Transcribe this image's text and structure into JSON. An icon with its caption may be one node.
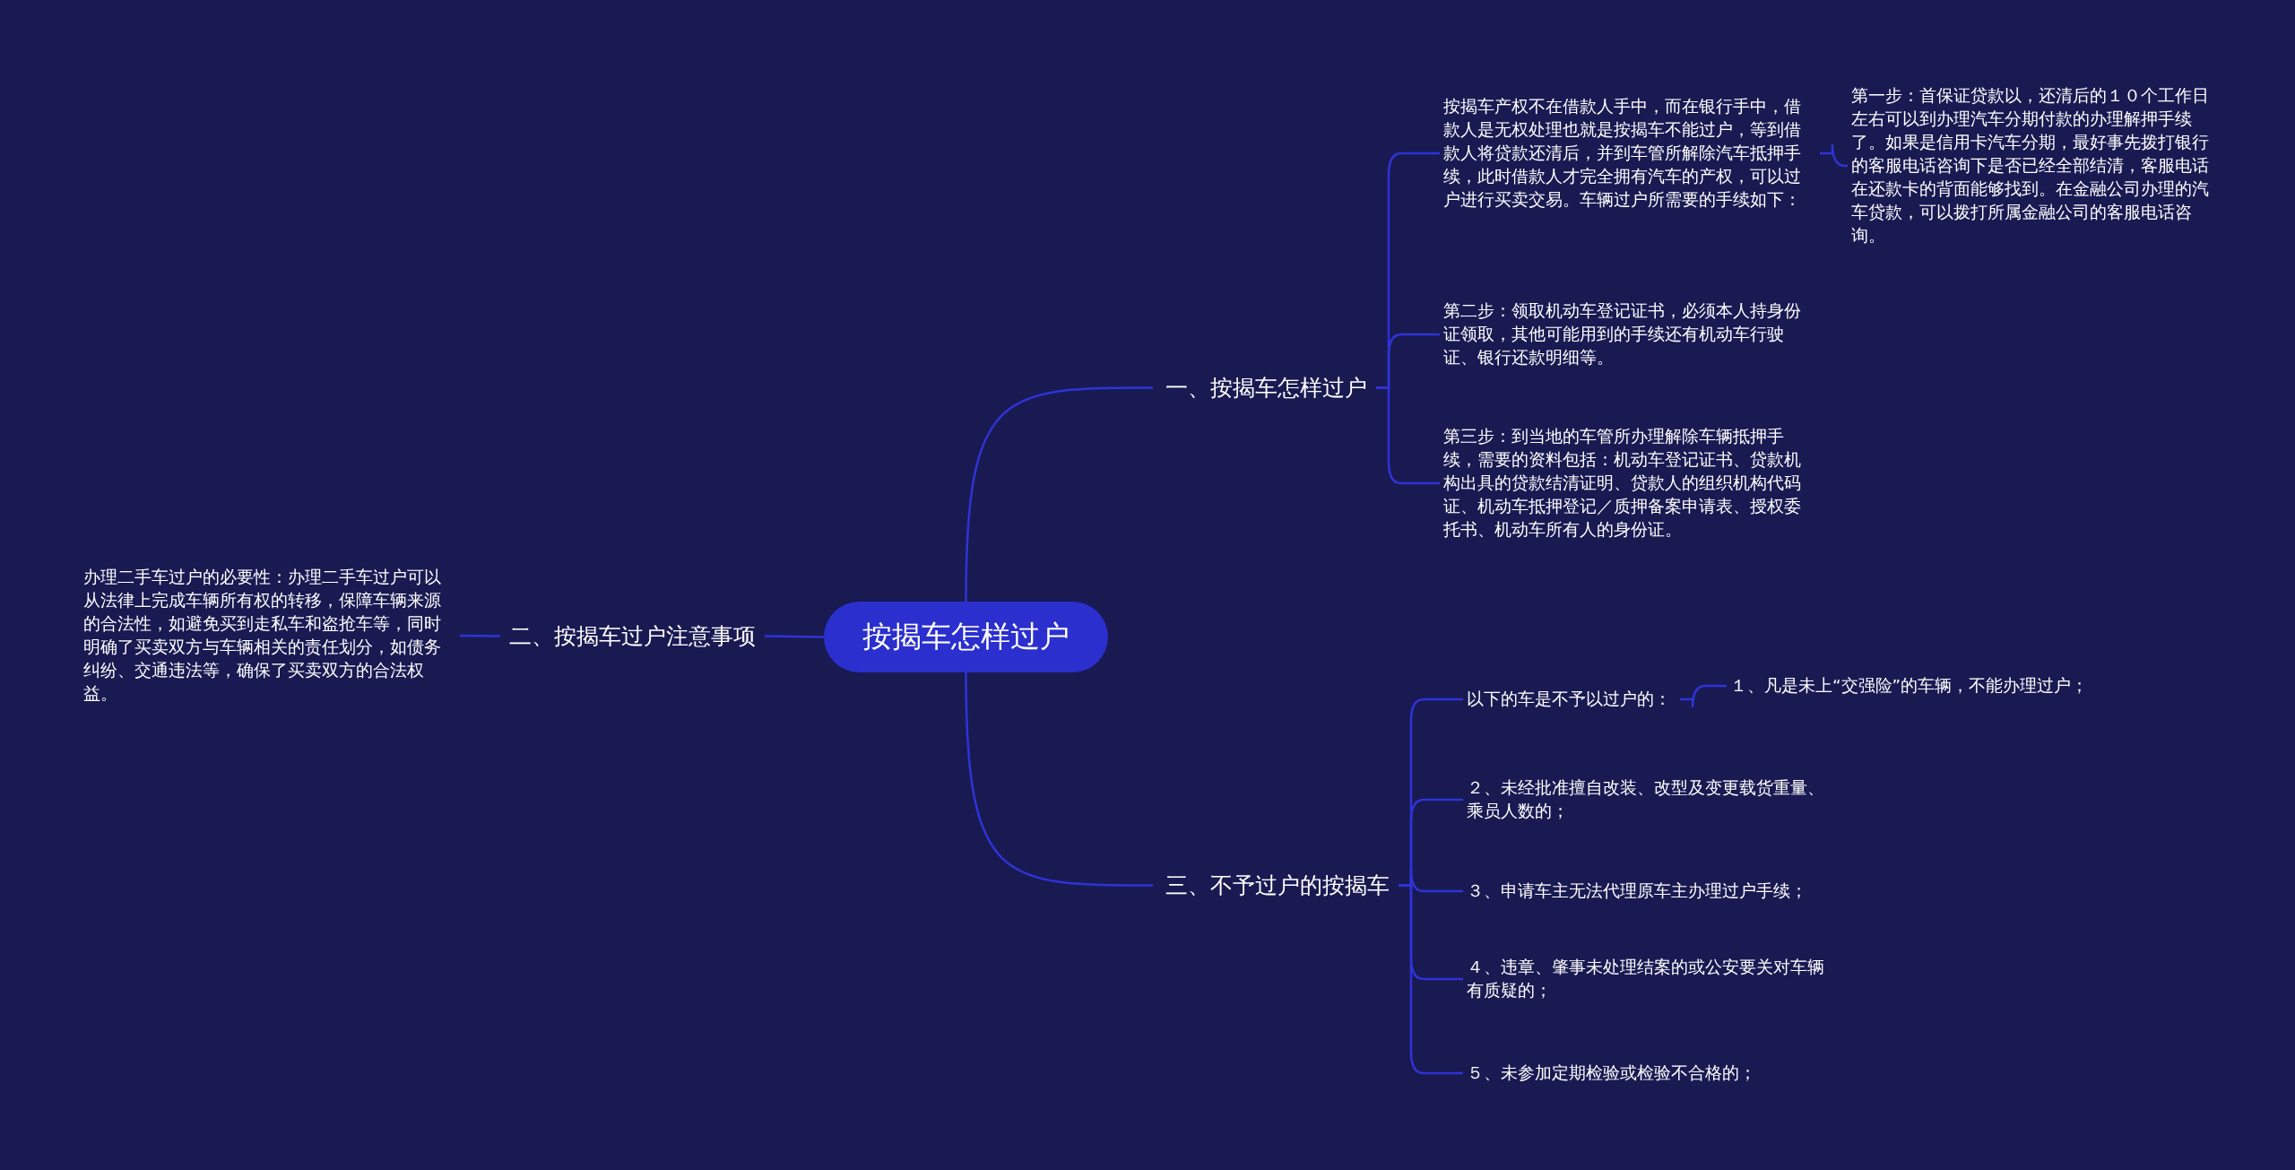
{
  "diagram": {
    "nodes": [
      {
        "text": [
          "按揭车怎样过户"
        ]
      },
      {
        "text": [
          "一、按揭车怎样过户"
        ]
      },
      {
        "text": [
          "按揭车产权不在借款人手中，而在银行手中，借款人是无权处理也就是按揭车不能过户，等到借款人将贷款还清后，并到车管所解除汽车抵押手续，此时借款人才完全拥有汽车的产权，可以过户进行买卖交易。车辆过户所需要的手续如下："
        ]
      },
      {
        "text": [
          "第一步：首保证贷款以，还清后的１０个工作日左右可以到办理汽车分期付款的办理解押手续了。如果是信用卡汽车分期，最好事先拨打银行的客服电话咨询下是否已经全部结清，客服电话在还款卡的背面能够找到。在金融公司办理的汽车贷款，可以拨打所属金融公司的客服电话咨询。"
        ]
      },
      {
        "text": [
          "第二步：领取机动车登记证书，必须本人持身份证领取，其他可能用到的手续还有机动车行驶证、银行还款明细等。"
        ]
      },
      {
        "text": [
          "第三步：到当地的车管所办理解除车辆抵押手续，需要的资料包括：机动车登记证书、贷款机构出具的贷款结清证明、贷款人的组织机构代码证、机动车抵押登记／质押备案申请表、授权委托书、机动车所有人的身份证。"
        ]
      },
      {
        "text": [
          "二、按揭车过户注意事项"
        ]
      },
      {
        "text": [
          "办理二手车过户的必要性：办理二手车过户可以从法律上完成车辆所有权的转移，保障车辆来源的合法性，如避免买到走私车和盗抢车等，同时明确了买卖双方与车辆相关的责任划分，如债务纠纷、交通违法等，确保了买卖双方的合法权益。"
        ]
      },
      {
        "text": [
          "三、不予过户的按揭车"
        ]
      },
      {
        "text": [
          "以下的车是不予以过户的："
        ]
      },
      {
        "text": [
          "１、凡是未上“交强险”的车辆，不能办理过户；"
        ]
      },
      {
        "text": [
          "２、未经批准擅自改装、改型及变更载货重量、乘员人数的；"
        ]
      },
      {
        "text": [
          "３、申请车主无法代理原车主办理过户手续；"
        ]
      },
      {
        "text": [
          "４、违章、肇事未处理结案的或公安要关对车辆有质疑的；"
        ]
      },
      {
        "text": [
          "５、未参加定期检验或检验不合格的；"
        ]
      }
    ],
    "edges": [
      {
        "from": 0,
        "to": 1,
        "arrow": "none"
      },
      {
        "from": 1,
        "to": 2,
        "arrow": "none"
      },
      {
        "from": 2,
        "to": 3,
        "arrow": "none"
      },
      {
        "from": 1,
        "to": 4,
        "arrow": "none"
      },
      {
        "from": 1,
        "to": 5,
        "arrow": "none"
      },
      {
        "from": 0,
        "to": 6,
        "arrow": "none"
      },
      {
        "from": 6,
        "to": 7,
        "arrow": "none"
      },
      {
        "from": 0,
        "to": 8,
        "arrow": "none"
      },
      {
        "from": 8,
        "to": 9,
        "arrow": "none"
      },
      {
        "from": 9,
        "to": 10,
        "arrow": "none"
      },
      {
        "from": 8,
        "to": 11,
        "arrow": "none"
      },
      {
        "from": 8,
        "to": 12,
        "arrow": "none"
      },
      {
        "from": 8,
        "to": 13,
        "arrow": "none"
      },
      {
        "from": 8,
        "to": 14,
        "arrow": "none"
      }
    ]
  }
}
